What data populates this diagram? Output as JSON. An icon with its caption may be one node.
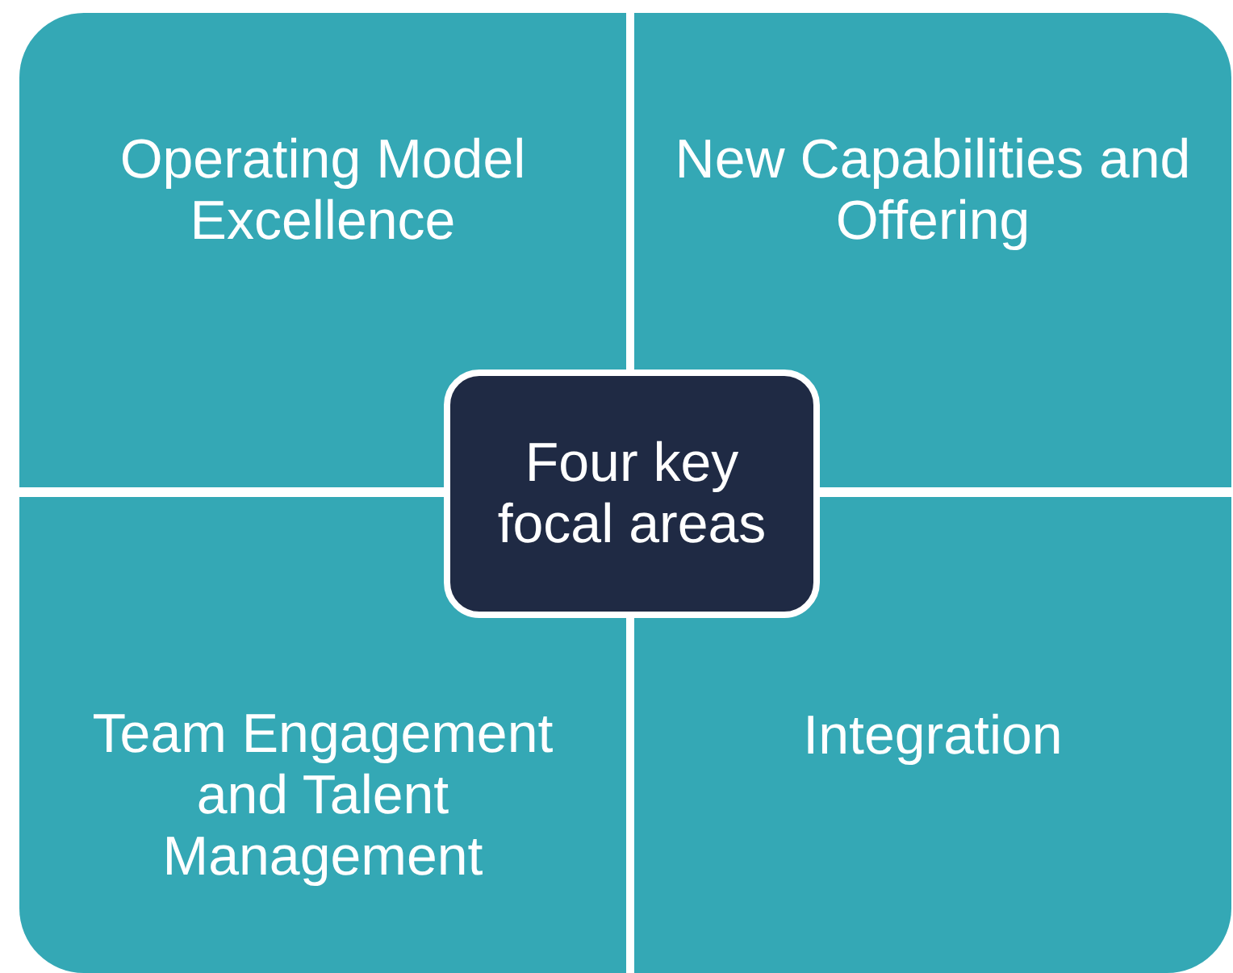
{
  "diagram": {
    "nodes": [
      {
        "text": [
          "Operating Model Excellence"
        ]
      },
      {
        "text": [
          "New Capabilities and Offering"
        ]
      },
      {
        "text": [
          "Four key focal areas"
        ]
      },
      {
        "text": [
          "Team Engagement and Talent Management"
        ]
      },
      {
        "text": [
          "Integration"
        ]
      }
    ]
  }
}
